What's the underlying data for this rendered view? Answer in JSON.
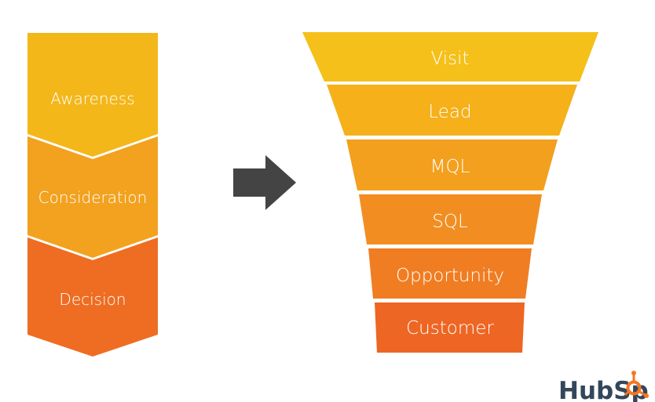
{
  "journey": {
    "stages": [
      {
        "label": "Awareness",
        "color": "#F3B71A"
      },
      {
        "label": "Consideration",
        "color": "#F2A21F"
      },
      {
        "label": "Decision",
        "color": "#EE6D23"
      }
    ]
  },
  "arrow": {
    "icon": "right-arrow-icon",
    "color": "#444444"
  },
  "funnel": {
    "stages": [
      {
        "label": "Visit",
        "color": "#F5C01A"
      },
      {
        "label": "Lead",
        "color": "#F5B01A"
      },
      {
        "label": "MQL",
        "color": "#F3A01E"
      },
      {
        "label": "SQL",
        "color": "#F28E21"
      },
      {
        "label": "Opportunity",
        "color": "#F07D22"
      },
      {
        "label": "Customer",
        "color": "#EE6623"
      }
    ]
  },
  "brand": {
    "logo_text": "HubSpot",
    "color": "#33475B",
    "accent": "#F57722"
  }
}
